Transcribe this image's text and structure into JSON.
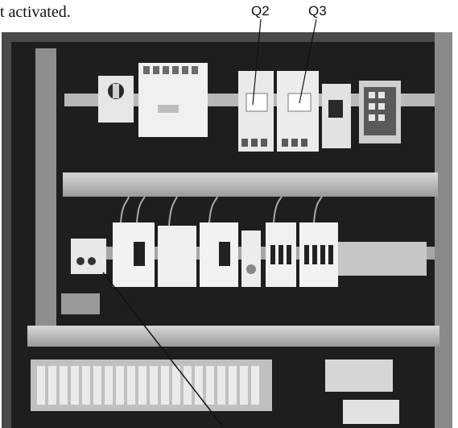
{
  "caption": "t activated.",
  "callouts": [
    "Q2",
    "Q3"
  ]
}
